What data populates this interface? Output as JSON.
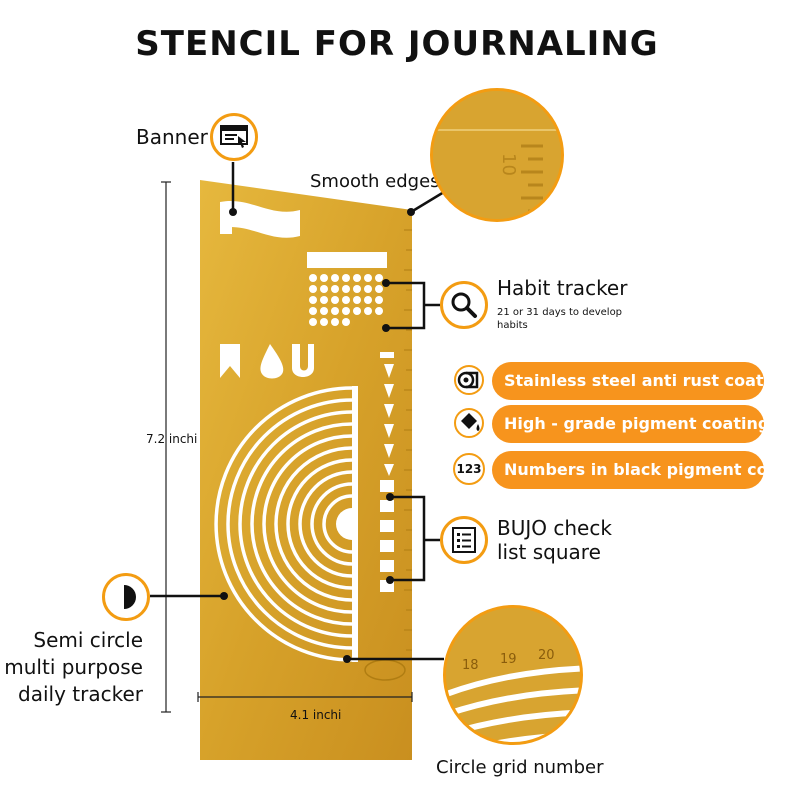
{
  "title": "STENCIL FOR JOURNALING",
  "labels": {
    "banner": "Banner",
    "smooth_edges": "Smooth edges",
    "habit_tracker": "Habit tracker",
    "habit_tracker_sub": "21 or 31 days to develop habits",
    "bujo_line1": "BUJO check",
    "bujo_line2": "list square",
    "semi_line1": "Semi circle",
    "semi_line2": "multi purpose",
    "semi_line3": "daily tracker",
    "circle_grid": "Circle grid number",
    "height": "7.2 inchi",
    "width": "4.1 inchi"
  },
  "features": [
    {
      "icon": "roll-icon",
      "text": "Stainless steel anti rust coating"
    },
    {
      "icon": "paint-bucket-icon",
      "text": "High - grade pigment coating"
    },
    {
      "icon": "numbers-icon",
      "icon_text": "123",
      "text": "Numbers in black pigment colour"
    }
  ],
  "zoom_numbers": [
    "18",
    "19",
    "20"
  ],
  "colors": {
    "accent": "#f7941d",
    "brass": "#d9a52a"
  }
}
